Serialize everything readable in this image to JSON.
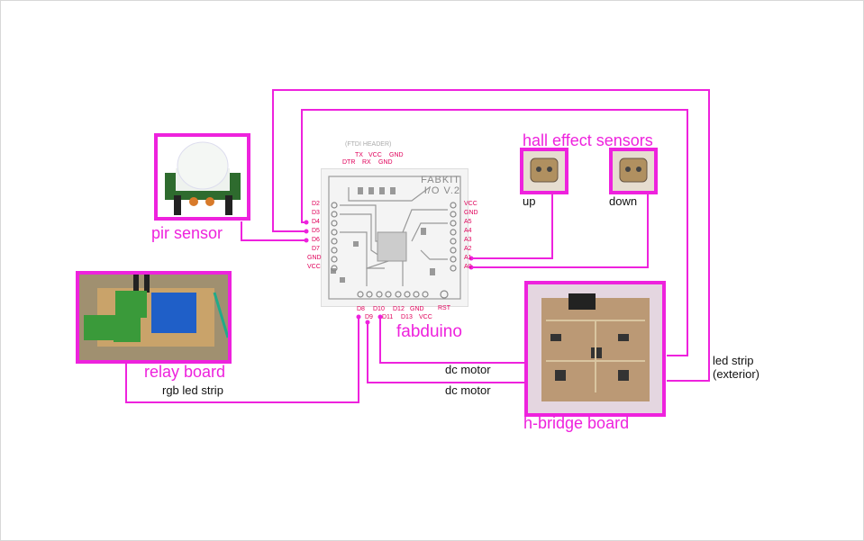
{
  "components": {
    "pir": {
      "label": "pir sensor"
    },
    "relay": {
      "label": "relay board",
      "connection": "rgb led strip"
    },
    "hall": {
      "label": "hall effect sensors",
      "up": "up",
      "down": "down"
    },
    "hbridge": {
      "label": "h-bridge board",
      "motor1": "dc motor",
      "motor2": "dc motor",
      "led_line1": "led strip",
      "led_line2": "(exterior)"
    },
    "fabduino": {
      "label": "fabduino",
      "board_title1": "FABKIT",
      "board_title2": "I/O V.2",
      "ftdi": "(FTDI HEADER)"
    }
  },
  "pins": {
    "left": [
      "D2",
      "D3",
      "D4",
      "D5",
      "D6",
      "D7",
      "GND",
      "VCC"
    ],
    "right": [
      "VCC",
      "GND",
      "A5",
      "A4",
      "A3",
      "A2",
      "A1",
      "A0"
    ],
    "top": [
      "DTR",
      "TX",
      "RX",
      "VCC",
      "GND",
      "GND"
    ],
    "bottom": [
      "D8",
      "D9",
      "D10",
      "D11",
      "D12",
      "D13",
      "GND",
      "VCC"
    ],
    "rst": "RST"
  },
  "colors": {
    "accent": "#ee22dd",
    "pin": "#e0005a"
  }
}
